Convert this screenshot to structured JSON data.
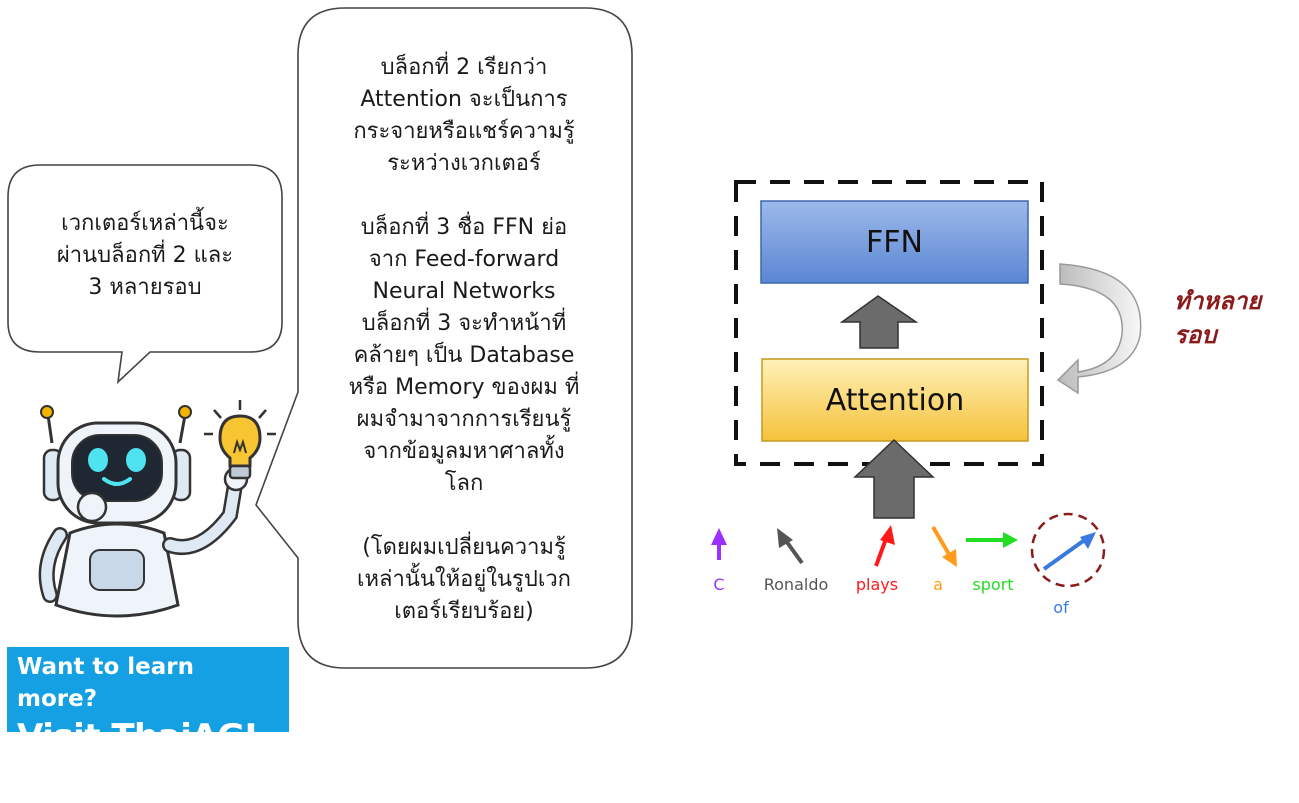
{
  "speech_small": {
    "lines": [
      "เวกเตอร์เหล่านี้จะ",
      "ผ่านบล็อกที่ 2 และ",
      "3 หลายรอบ"
    ]
  },
  "speech_large": {
    "para1": [
      "บล็อกที่ 2 เรียกว่า",
      "Attention จะเป็นการ",
      "กระจายหรือแชร์ความรู้",
      "ระหว่างเวกเตอร์"
    ],
    "para2": [
      "บล็อกที่ 3 ชื่อ FFN ย่อ",
      "จาก Feed-forward",
      "Neural Networks",
      "บล็อกที่ 3 จะทำหน้าที่",
      "คล้ายๆ เป็น Database",
      "หรือ Memory ของผม ที่",
      "ผมจำมาจากการเรียนรู้",
      "จากข้อมูลมหาศาลทั้ง",
      "โลก"
    ],
    "para3": [
      "(โดยผมเปลี่ยนความรู้",
      "เหล่านั้นให้อยู่ในรูปเวก",
      "เตอร์เรียบร้อย)"
    ]
  },
  "diagram": {
    "ffn_label": "FFN",
    "attention_label": "Attention",
    "repeat_label_lines": [
      "ทำหลาย",
      "รอบ"
    ],
    "colors": {
      "ffn": "#6b95d8",
      "attention": "#f7c84a",
      "repeat_label": "#8b1a1a",
      "arrow_gray": "#6b6b6b"
    }
  },
  "tokens": [
    {
      "word": "C",
      "color": "#9b30ff"
    },
    {
      "word": "Ronaldo",
      "color": "#555555"
    },
    {
      "word": "plays",
      "color": "#ff1a1a"
    },
    {
      "word": "a",
      "color": "#ff9a1a"
    },
    {
      "word": "sport",
      "color": "#22dd22"
    },
    {
      "word": "of",
      "color": "#3a7ae0"
    }
  ],
  "cta": {
    "line1": "Want to learn more?",
    "line2": "Visit ThaiAGI !"
  },
  "icons": [
    "robot-icon",
    "lightbulb-icon",
    "loop-arrow-icon"
  ]
}
